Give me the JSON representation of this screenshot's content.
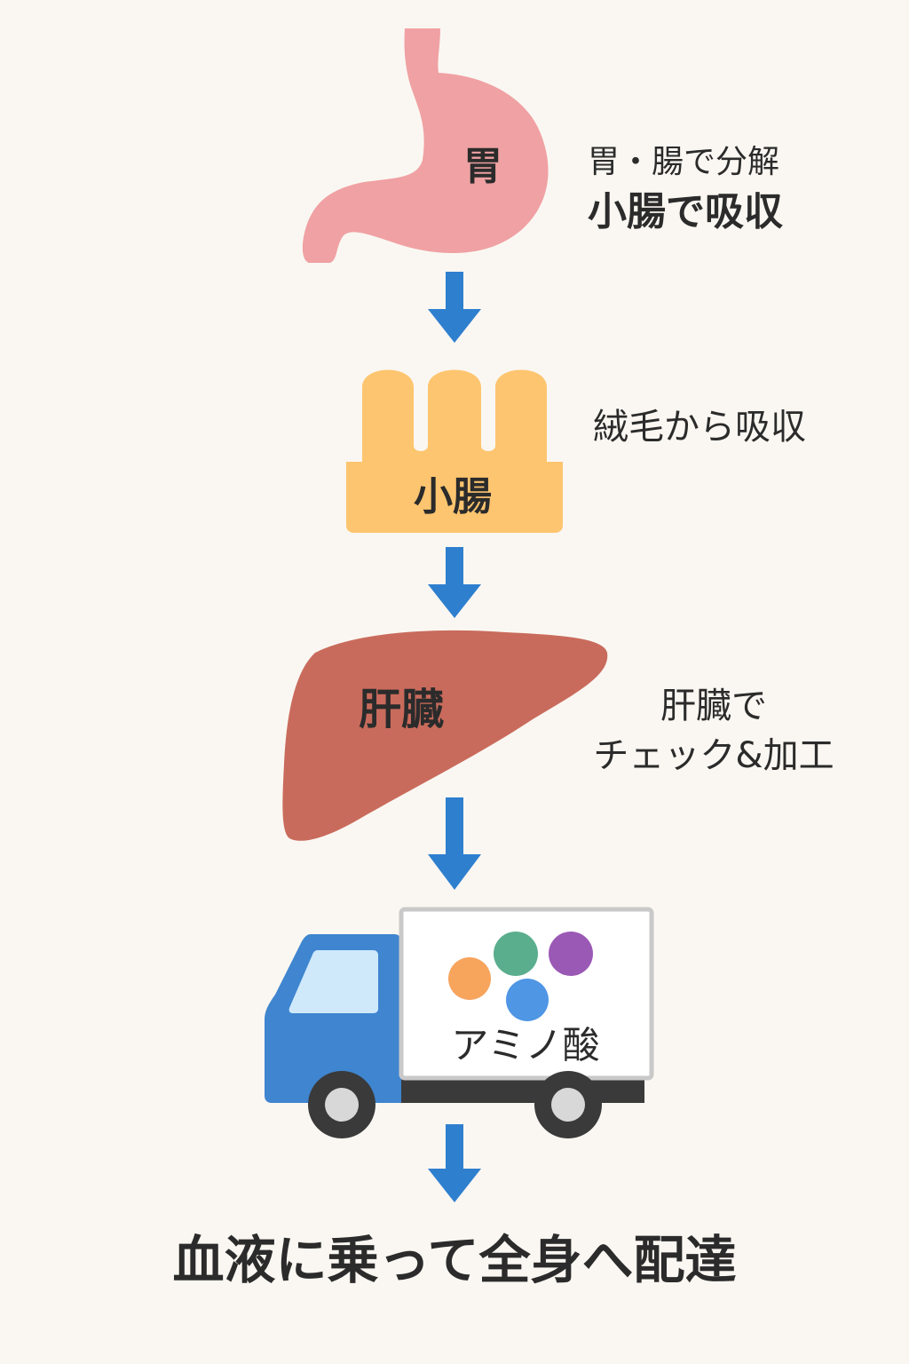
{
  "steps": [
    {
      "organ": "胃",
      "notes": [
        "胃・腸で分解",
        "小腸で吸収"
      ]
    },
    {
      "organ": "小腸",
      "notes": [
        "絨毛から吸収"
      ]
    },
    {
      "organ": "肝臓",
      "notes": [
        "肝臓で",
        "チェック&加工"
      ]
    },
    {
      "organ": "アミノ酸",
      "notes": []
    }
  ],
  "footer": "血液に乗って全身へ配達",
  "colors": {
    "background": "#faf7f2",
    "stomach": "#f0a1a3",
    "intestine": "#fdc56f",
    "liver": "#c96b5c",
    "arrow": "#2f7fcf",
    "truck_cab": "#3f85cf",
    "truck_window": "#cfe9fb",
    "cargo_box": "#ffffff",
    "amino_orange": "#f7a45d",
    "amino_green": "#5aae8e",
    "amino_purple": "#9b59b6",
    "amino_blue": "#4f96e4"
  },
  "icons": [
    "stomach-icon",
    "small-intestine-icon",
    "liver-icon",
    "truck-icon",
    "down-arrow-icon"
  ]
}
